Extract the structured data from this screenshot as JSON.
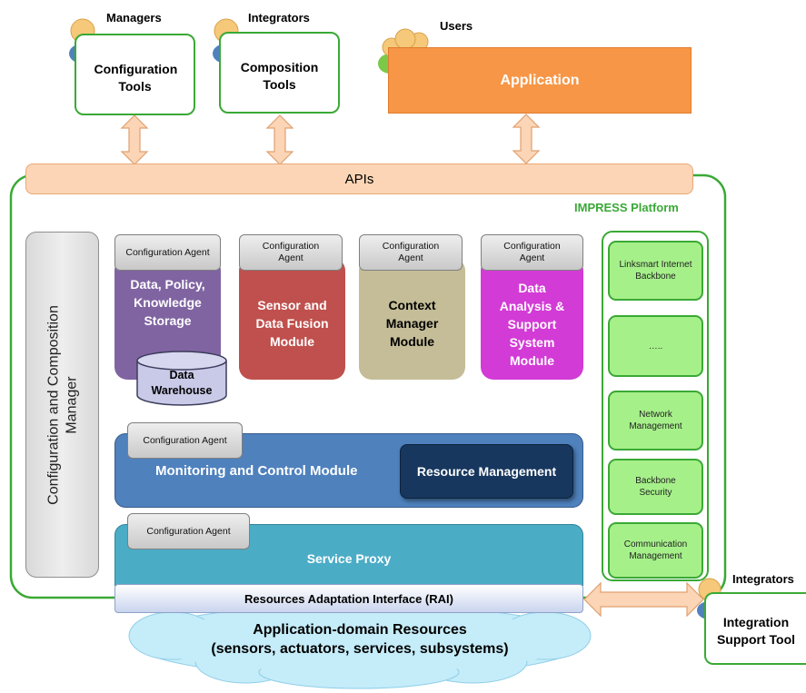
{
  "actors": {
    "managers": "Managers",
    "integrators_top": "Integrators",
    "users": "Users",
    "integrators_bottom": "Integrators"
  },
  "tools": {
    "configuration": "Configuration Tools",
    "composition": "Composition Tools",
    "application": "Application",
    "integration_support": "Integration Support Tool"
  },
  "apis": "APIs",
  "platform": "IMPRESS Platform",
  "config_manager": "Configuration and Composition Manager",
  "agent_label": "Configuration Agent",
  "modules": {
    "storage": "Data, Policy, Knowledge Storage",
    "warehouse": "Data Warehouse",
    "sensor_fusion": "Sensor and Data Fusion Module",
    "context_manager": "Context Manager Module",
    "data_analysis": "Data Analysis & Support System Module"
  },
  "monitoring": {
    "title": "Monitoring and Control Module",
    "resource_mgmt": "Resource Management"
  },
  "service_proxy": "Service Proxy",
  "rai": "Resources Adaptation Interface (RAI)",
  "resources": {
    "line1": "Application-domain Resources",
    "line2": "(sensors, actuators, services, subsystems)"
  },
  "backbone": [
    "Linksmart Internet Backbone",
    "…..",
    "Network Management",
    "Backbone Security",
    "Communication Management"
  ],
  "colors": {
    "green": "#3aa935",
    "apis_fill": "#fbd5b5",
    "application": "#f79646",
    "storage": "#8064a2",
    "sensor_fusion": "#c0504d",
    "context_manager": "#c4bd97",
    "data_analysis": "#d33bd6",
    "monitoring": "#4f81bd",
    "resource_mgmt": "#17375e",
    "service_proxy": "#4bacc6",
    "backbone_item": "#a6f08a",
    "cloud": "#c5ecf9"
  }
}
